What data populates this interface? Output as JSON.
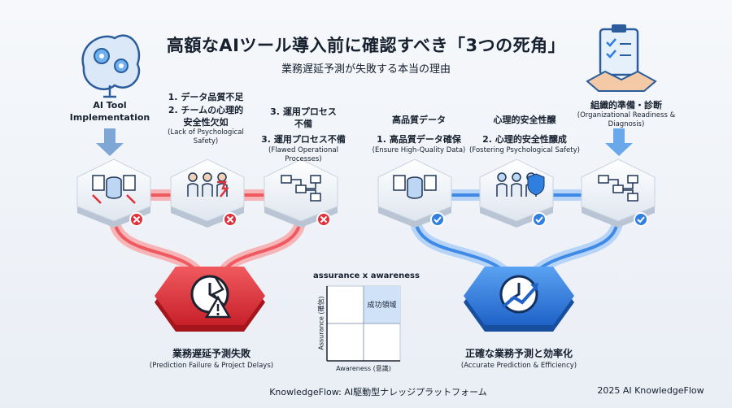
{
  "header": {
    "title": "高額なAIツール導入前に確認すべき「3つの死角」",
    "subtitle": "業務遅延予測が失敗する本当の理由"
  },
  "left_section": {
    "start_label": "AI Tool\nImplementation",
    "issues": [
      {
        "label": "1. データ品質不足",
        "sub": ""
      },
      {
        "label": "2. チームの心理的\n安全性欠如",
        "sub": "(Lack of Psychological\nSafety)"
      },
      {
        "label": "3. 運用プロセス\n不備",
        "sub": ""
      },
      {
        "label": "3. 運用プロセス不備",
        "sub": "(Flawed Operational\nProcesses)"
      }
    ],
    "outcome": {
      "label": "業務遅延予測失敗",
      "sub": "(Prediction Failure & Project Delays)"
    }
  },
  "right_section": {
    "start_label": "組織的準備・診断",
    "start_sub": "(Organizational Readiness &\nDiagnosis)",
    "solutions": [
      {
        "heading": "高品質データ",
        "label": "1. 高品質データ確保",
        "sub": "(Ensure High-Quality Data)"
      },
      {
        "heading": "心理的安全性醸",
        "label": "2. 心理的安全性醸成",
        "sub": "(Fostering Psychological Safety)"
      }
    ],
    "outcome": {
      "label": "正確な業務予測と効率化",
      "sub": "(Accurate Prediction & Efficiency)"
    }
  },
  "matrix": {
    "title": "assurance x awareness",
    "y_axis": "Assurance (確信)",
    "x_axis": "Awareness (意識)",
    "quadrant_label": "成功領域"
  },
  "footer": {
    "left": "KnowledgeFlow: AI駆動型ナレッジプラットフォーム",
    "right": "2025 AI KnowledgeFlow"
  },
  "colors": {
    "fail": "#e0303a",
    "success": "#2f7fe0",
    "ink": "#16202e"
  }
}
